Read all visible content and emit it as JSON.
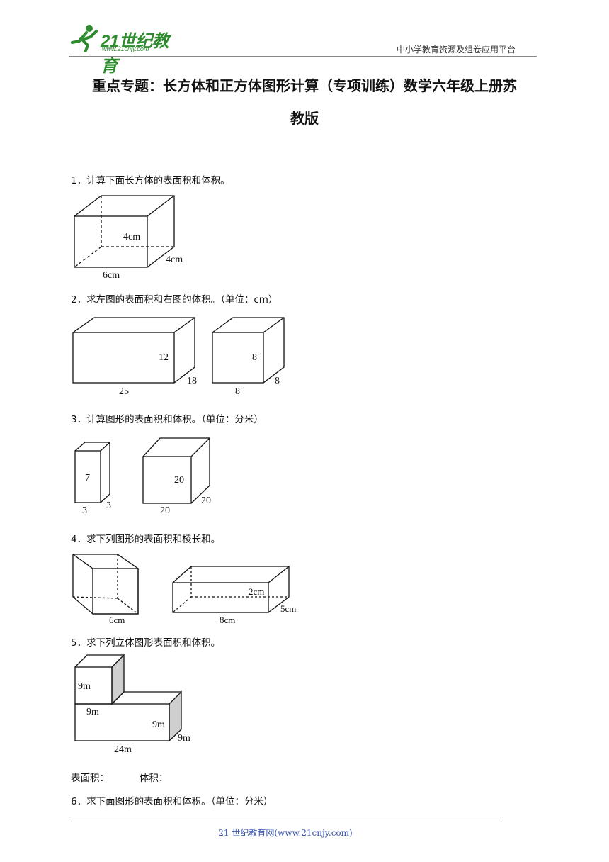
{
  "header": {
    "logo_text": "21世纪教育",
    "logo_url": "www.21cnjy.com",
    "platform": "中小学教育资源及组卷应用平台"
  },
  "title": {
    "line1": "重点专题：长方体和正方体图形计算（专项训练）数学六年级上册苏",
    "line2": "教版"
  },
  "questions": [
    {
      "text": "1．计算下面长方体的表面积和体积。",
      "labels": [
        "4cm",
        "4cm",
        "6cm"
      ]
    },
    {
      "text": "2．求左图的表面积和右图的体积。（单位：cm）",
      "labels": [
        "12",
        "18",
        "25",
        "8",
        "8",
        "8"
      ]
    },
    {
      "text": "3．计算图形的表面积和体积。（单位：分米）",
      "labels": [
        "7",
        "3",
        "3",
        "20",
        "20",
        "20"
      ]
    },
    {
      "text": "4．求下列图形的表面积和棱长和。",
      "labels": [
        "6cm",
        "2cm",
        "8cm",
        "5cm"
      ]
    },
    {
      "text": "5．求下列立体图形表面积和体积。",
      "labels": [
        "9m",
        "9m",
        "9m",
        "24m",
        "9m"
      ],
      "answer_line": "表面积：          体积："
    },
    {
      "text": "6．求下面图形的表面积和体积。（单位：分米）"
    }
  ],
  "footer": "21 世纪教育网(www.21cnjy.com)"
}
